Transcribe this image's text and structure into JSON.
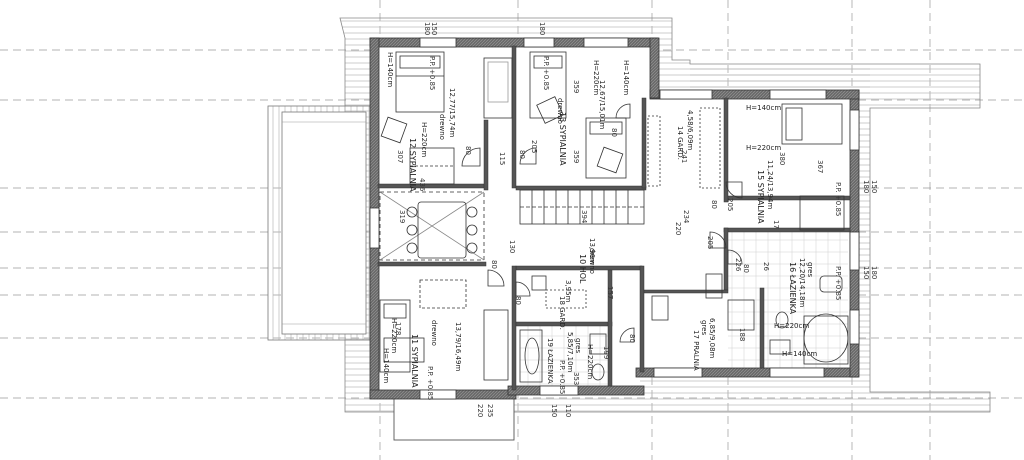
{
  "colors": {
    "wall": "#5a5a5a",
    "line": "#222222",
    "grid": "#9a9a9a",
    "roof": "#b5b5b5"
  },
  "rooms": [
    {
      "id": "r12",
      "name": "12 SYPIALNIA",
      "area": "12,77/15,74m",
      "floor": "drewno"
    },
    {
      "id": "r13",
      "name": "13 SYPIALNIA",
      "area": "12,67/15,01m",
      "floor": "drewno"
    },
    {
      "id": "r14",
      "name": "14 GARD.",
      "area": "4,58/6,09m",
      "floor": ""
    },
    {
      "id": "r15",
      "name": "15 SYPIALNIA",
      "area": "11,24/13,94m",
      "floor": ""
    },
    {
      "id": "r10",
      "name": "10 HOL",
      "area": "13,96m",
      "floor": "drewno"
    },
    {
      "id": "r16",
      "name": "16 ŁAZIENKA",
      "area": "12,20/14,18m",
      "floor": "gres"
    },
    {
      "id": "r11",
      "name": "11 SYPIALNIA",
      "area": "13,79/16,49m",
      "floor": "drewno"
    },
    {
      "id": "r18",
      "name": "18 GARD.",
      "area": "3,95m",
      "floor": ""
    },
    {
      "id": "r19",
      "name": "19 ŁAZIENKA",
      "area": "5,85/7,10m",
      "floor": "gres"
    },
    {
      "id": "r17",
      "name": "17 PRALNIA",
      "area": "6,85/9,08m",
      "floor": "gres"
    }
  ],
  "heights": {
    "h140": "H=140cm",
    "h220": "H=220cm"
  },
  "dimensions": {
    "top_a": "180",
    "top_b": "150",
    "top_c": "180",
    "d436": "436",
    "d359": "359",
    "d359b": "359",
    "d307": "307",
    "d394": "394",
    "d380": "380",
    "d367": "367",
    "d319": "319",
    "d241": "241",
    "d234": "234",
    "d220": "220",
    "d205": "205",
    "d205b": "205",
    "d205c": "205",
    "d226": "226",
    "d178": "178",
    "d157": "157",
    "d199": "199",
    "d353": "353",
    "d188": "188",
    "d80a": "80",
    "d80b": "80",
    "d80c": "80",
    "d80d": "80",
    "d80e": "80",
    "d80f": "80",
    "d80g": "80",
    "d80h": "80",
    "d115": "115",
    "d130": "130",
    "bot_a": "220",
    "bot_b": "235",
    "bot_c": "150",
    "bot_d": "110",
    "right_a": "180",
    "right_b": "150",
    "right_c": "150",
    "right_d": "180",
    "pp1": "P.P. +0.85",
    "pp2": "P.P. +0.85",
    "pp3": "P.P. +0.85",
    "pp4": "P.P. +0.85",
    "pp5": "P.P. +0.85",
    "pp6": "P.P. +0.85",
    "d_17": "17",
    "d_26": "26"
  }
}
